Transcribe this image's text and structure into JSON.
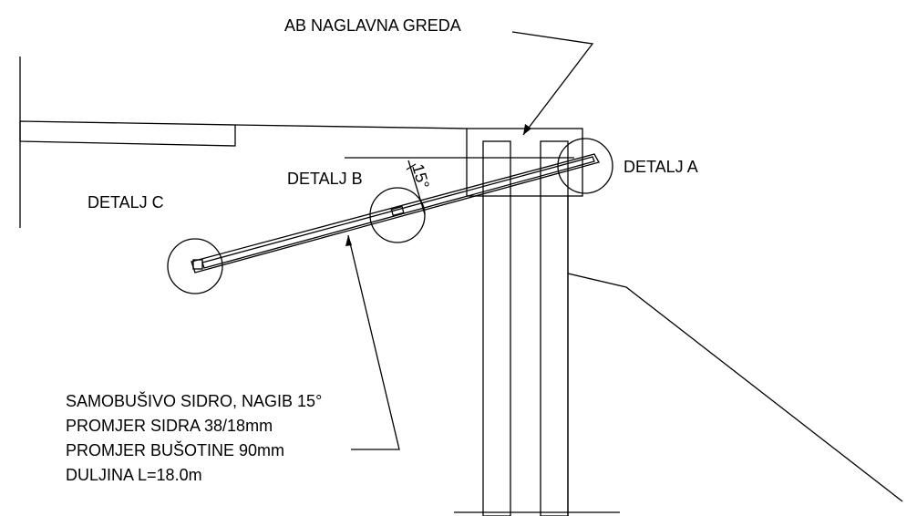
{
  "labels": {
    "head_beam": "AB NAGLAVNA GREDA",
    "detail_a": "DETALJ A",
    "detail_b": "DETALJ B",
    "detail_c": "DETALJ C",
    "angle": "15°"
  },
  "anchor_spec": [
    "SAMOBUŠIVO SIDRO, NAGIB 15°",
    "PROMJER SIDRA 38/18mm",
    "PROMJER BUŠOTINE 90mm",
    "DULJINA L=18.0m"
  ]
}
